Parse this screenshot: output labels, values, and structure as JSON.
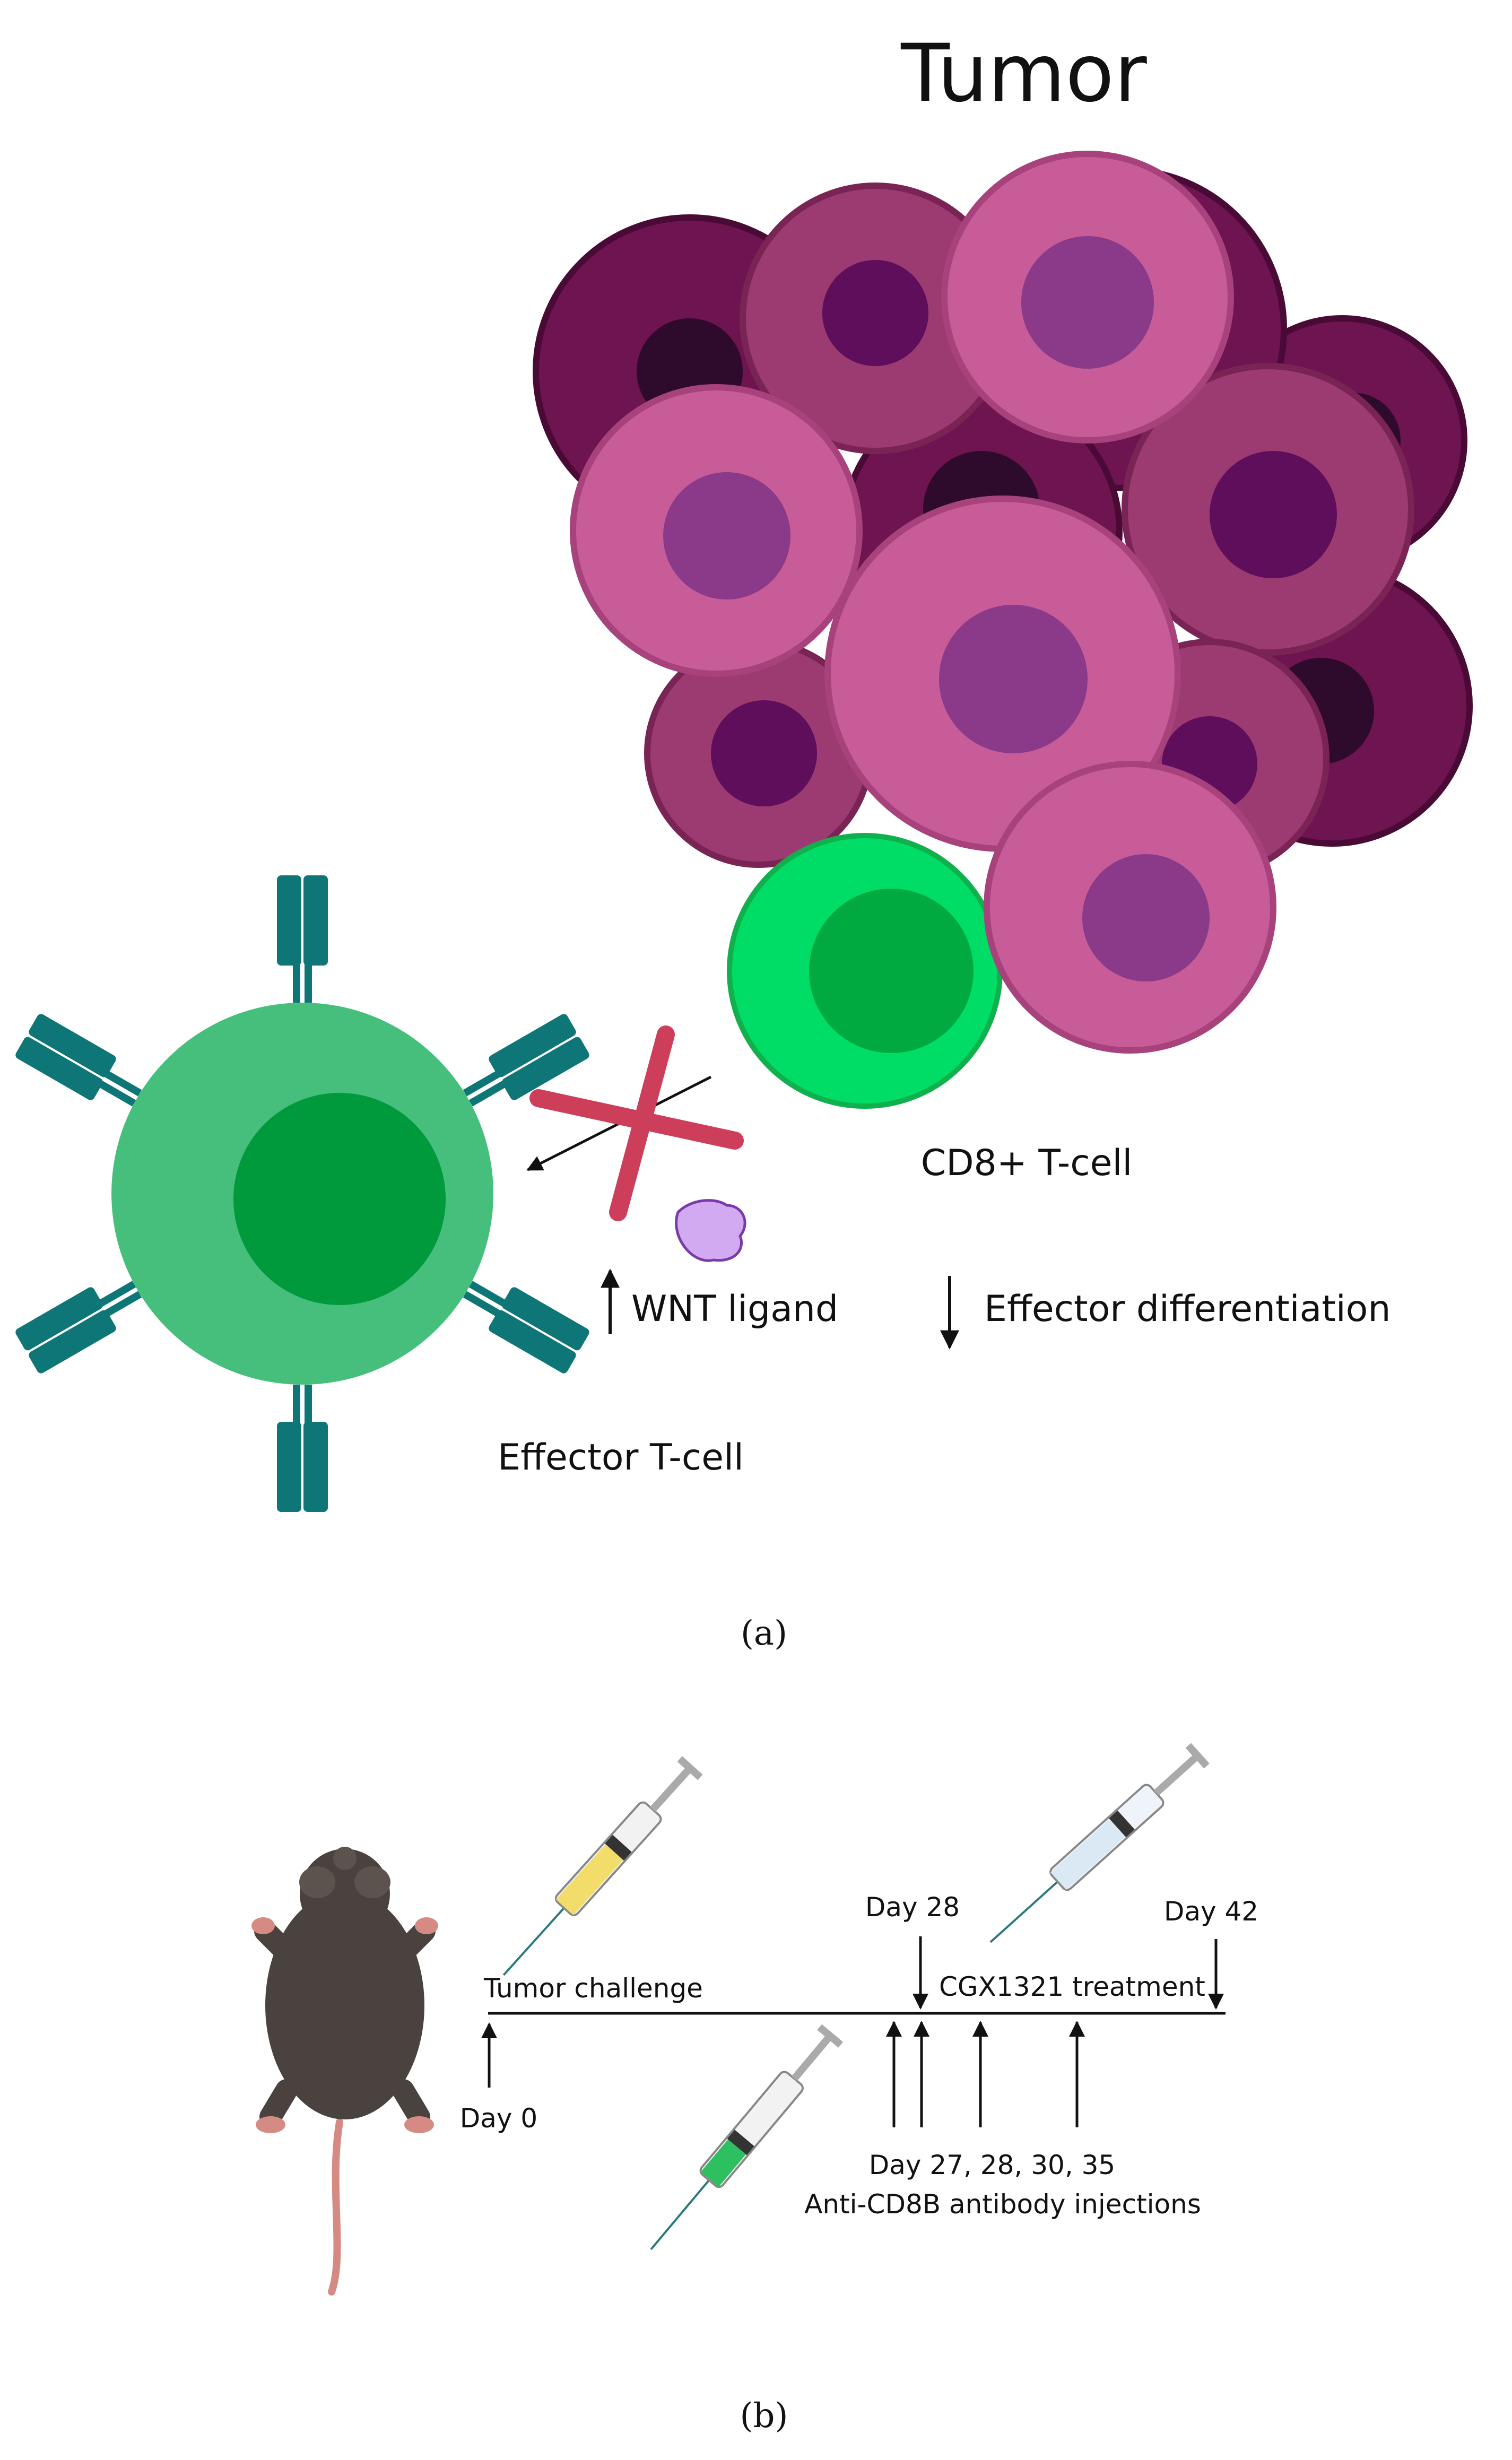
{
  "panel_a": {
    "title": "Tumor",
    "cd8_label": "CD8+ T-cell",
    "wnt_label": "WNT ligand",
    "effector_diff_label": "Effector differentiation",
    "effector_cell_label": "Effector T-cell",
    "caption": "(a)"
  },
  "panel_b": {
    "tumor_challenge": "Tumor challenge",
    "day0": "Day 0",
    "day28": "Day 28",
    "treatment": "CGX1321 treatment",
    "day42": "Day 42",
    "injection_days": "Day 27, 28, 30, 35",
    "injection_label": "Anti-CD8B antibody injections",
    "caption": "(b)"
  },
  "colors": {
    "tumor_light": "#c85c98",
    "tumor_mid": "#9c3a72",
    "tumor_dark": "#6e1450",
    "nucleus_light": "#8a3a88",
    "nucleus_dark": "#2e0a2c",
    "cd8_green": "#00dd66",
    "effector_green": "#46be7c",
    "nucleus_green": "#009a3c",
    "receptor_teal": "#0e7676",
    "x_red": "#cc3e5a",
    "wnt_purple": "#d2aaf2"
  }
}
